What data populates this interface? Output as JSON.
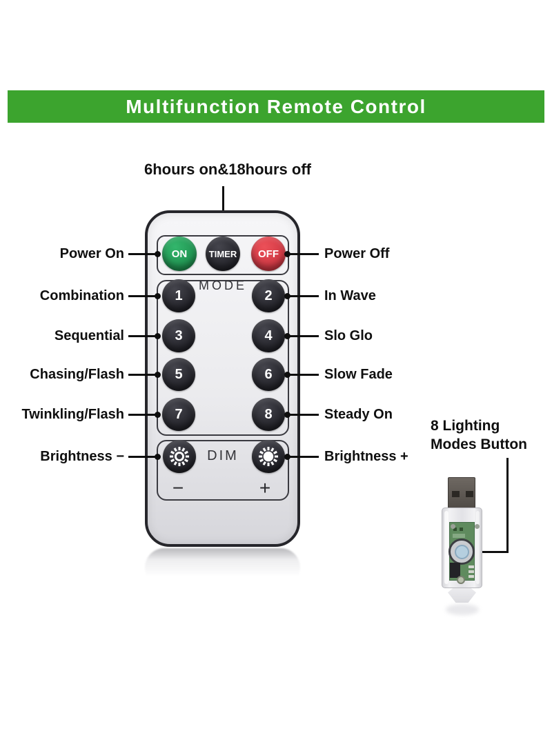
{
  "banner": {
    "text": "Multifunction Remote Control",
    "bg_color": "#3CA42E",
    "text_color": "#FFFFFF"
  },
  "timer_note": {
    "text": "6hours on&18hours off"
  },
  "remote": {
    "power_row": {
      "on": {
        "label": "ON",
        "color": "#23A45B"
      },
      "timer": {
        "label": "TIMER",
        "color": "#2A2A30"
      },
      "off": {
        "label": "OFF",
        "color": "#E2404C"
      }
    },
    "mode": {
      "label": "MODE",
      "buttons": [
        "1",
        "2",
        "3",
        "4",
        "5",
        "6",
        "7",
        "8"
      ]
    },
    "dim": {
      "label": "DIM",
      "minus_symbol": "−",
      "plus_symbol": "+",
      "icons": {
        "left": "sun-outline-icon",
        "right": "sun-filled-icon"
      }
    }
  },
  "callouts": {
    "left": [
      {
        "text": "Power On"
      },
      {
        "text": "Combination"
      },
      {
        "text": "Sequential"
      },
      {
        "text": "Chasing/Flash"
      },
      {
        "text": "Twinkling/Flash"
      },
      {
        "text": "Brightness −"
      }
    ],
    "right": [
      {
        "text": "Power Off"
      },
      {
        "text": "In Wave"
      },
      {
        "text": "Slo Glo"
      },
      {
        "text": "Slow Fade"
      },
      {
        "text": "Steady On"
      },
      {
        "text": "Brightness +"
      }
    ]
  },
  "usb": {
    "label": "8 Lighting Modes Button",
    "pcb_color": "#5F8B5E",
    "button_color": "#B5CFDF"
  }
}
